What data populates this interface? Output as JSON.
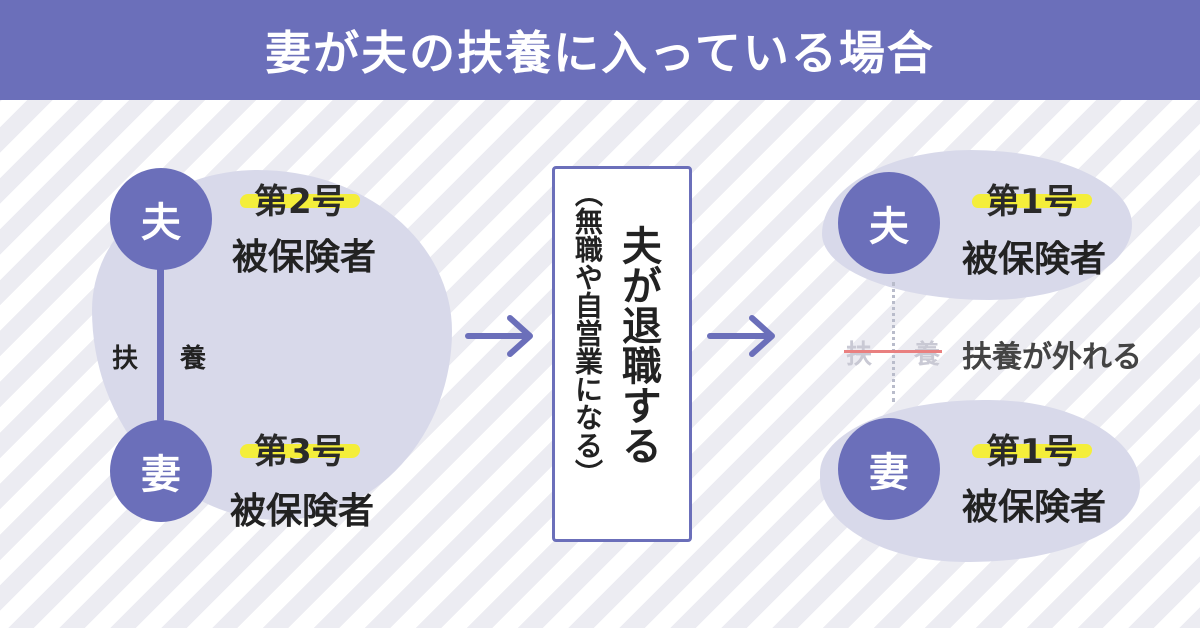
{
  "header": {
    "title": "妻が夫の扶養に入っている場合"
  },
  "before": {
    "husband": {
      "label": "夫",
      "grade": "第2号",
      "insured": "被保険者"
    },
    "wife": {
      "label": "妻",
      "grade": "第3号",
      "insured": "被保険者"
    },
    "dependency": {
      "char1": "扶",
      "char2": "養"
    }
  },
  "event": {
    "main": "夫が退職する",
    "sub": "（無職や自営業になる）"
  },
  "after": {
    "husband": {
      "label": "夫",
      "grade": "第1号",
      "insured": "被保険者"
    },
    "wife": {
      "label": "妻",
      "grade": "第1号",
      "insured": "被保険者"
    },
    "removed": {
      "char1": "扶",
      "char2": "養",
      "label": "扶養が外れる"
    }
  },
  "colors": {
    "primary": "#6b6fba",
    "highlight": "#f4ee3a",
    "blob": "#d8d9ea",
    "strike": "#e98080"
  }
}
